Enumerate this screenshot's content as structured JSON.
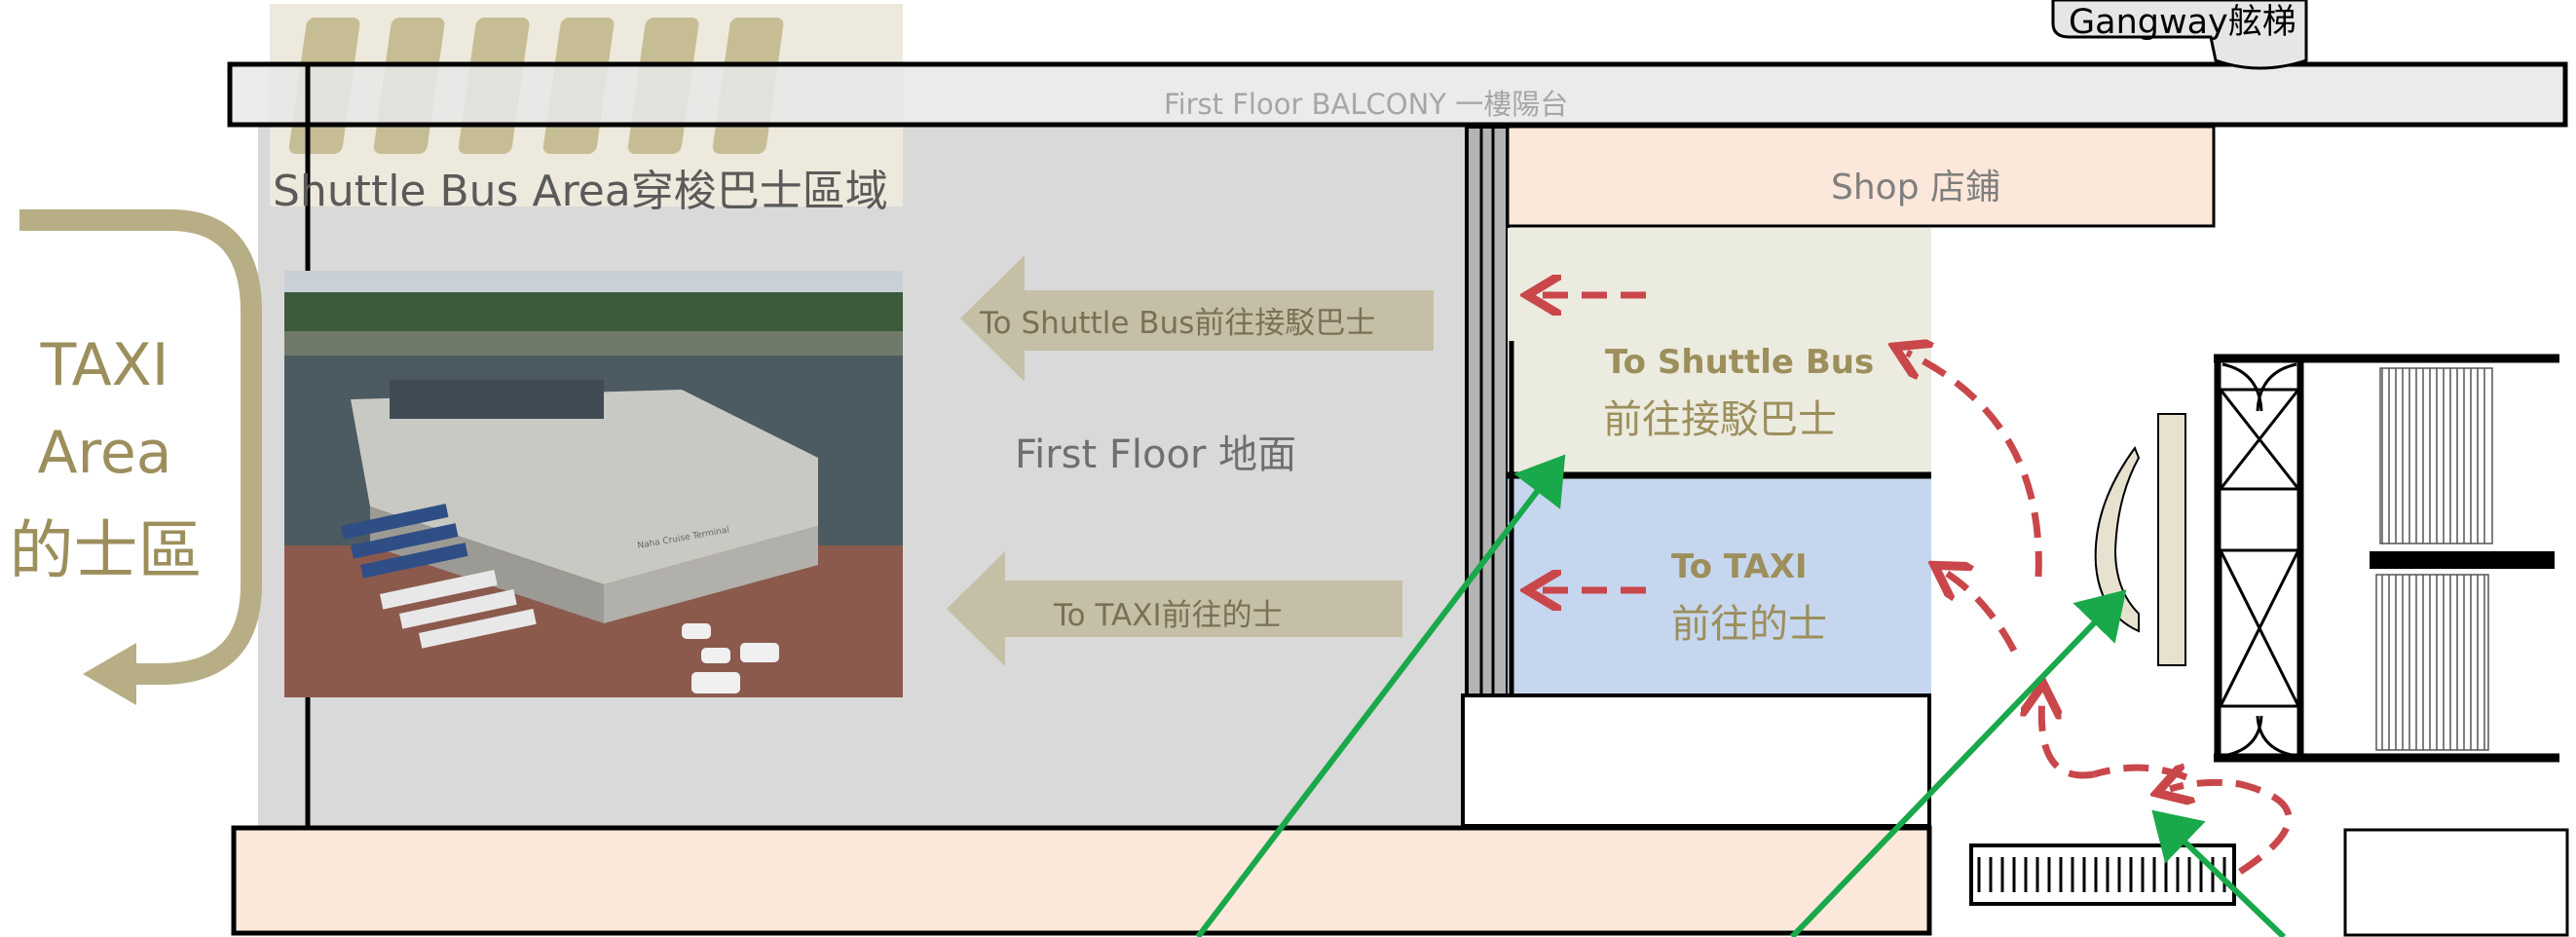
{
  "labels": {
    "gangway": "Gangway舷梯",
    "balcony": "First Floor BALCONY  一樓陽台",
    "shuttle_area": "Shuttle Bus Area穿梭巴士區域",
    "shop": "Shop 店鋪",
    "taxi_area_line1": "TAXI",
    "taxi_area_line2": "Area",
    "taxi_area_line3": "的士區",
    "first_floor": "First Floor  地面",
    "arrow_shuttle": "To Shuttle Bus前往接駁巴士",
    "arrow_taxi": "To TAXI前往的士",
    "shuttle_room_en": "To Shuttle Bus",
    "shuttle_room_zh": "前往接駁巴士",
    "taxi_room_en": "To TAXI",
    "taxi_room_zh": "前往的士"
  },
  "photo": {
    "sign_text": "Naha Cruise Terminal"
  },
  "colors": {
    "khaki": "#b8ae86",
    "khaki_text": "#9c8f5c",
    "gray_floor": "#d9d9d9",
    "peach": "#fce8da",
    "beige_room": "#ecebe0",
    "blue_room": "#c6d6ee",
    "red_dashed": "#c9474a",
    "green_path": "#19a84a"
  }
}
